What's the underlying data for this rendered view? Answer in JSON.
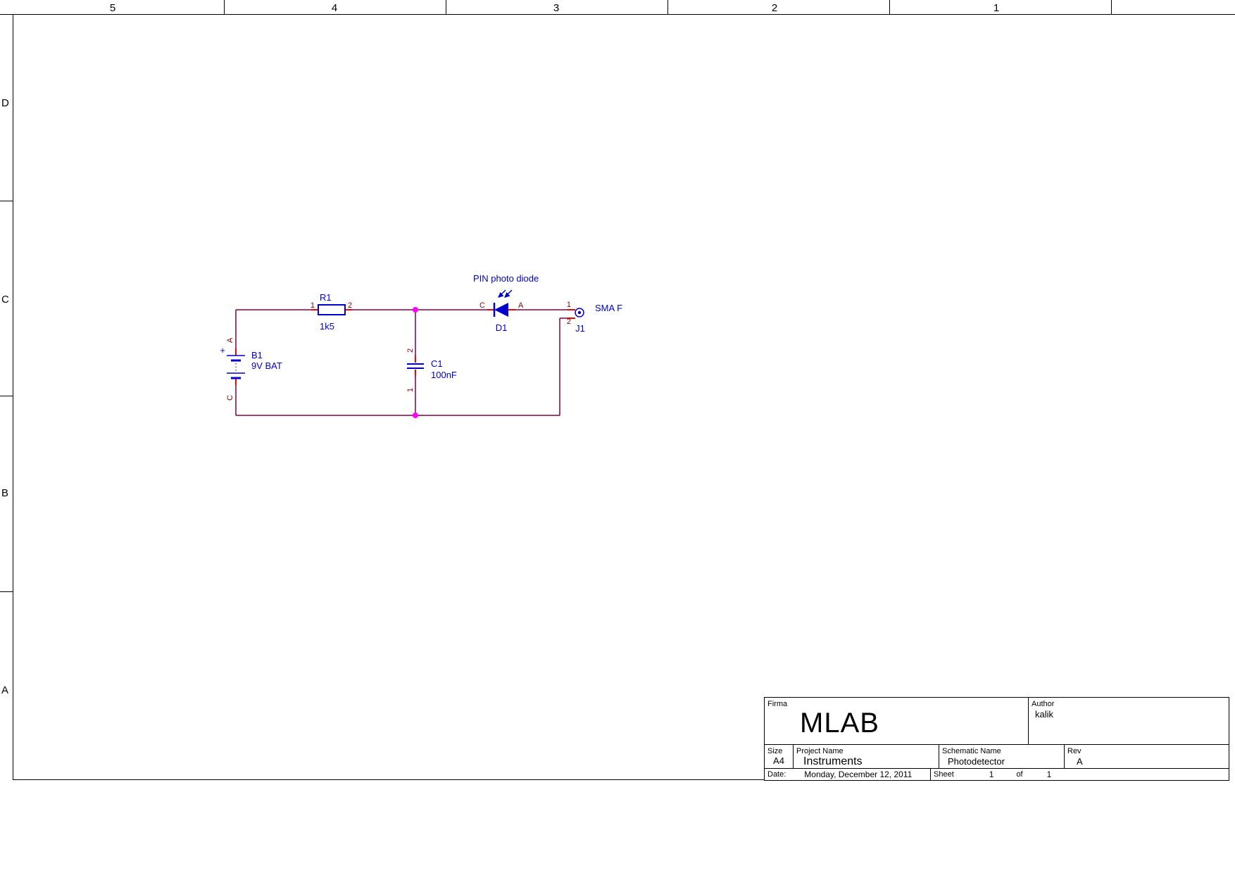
{
  "frame": {
    "columns": [
      "5",
      "4",
      "3",
      "2",
      "1"
    ],
    "rows": [
      "D",
      "C",
      "B",
      "A"
    ]
  },
  "colors": {
    "wire": "#800040",
    "component": "#0000CC",
    "pin_label": "#8B0000",
    "junction": "#FF00FF",
    "pin_stub": "#FF0000",
    "frame_text": "#000000"
  },
  "components": {
    "b1": {
      "ref": "B1",
      "value": "9V BAT",
      "plus": "+",
      "pin_a": "A",
      "pin_c": "C"
    },
    "r1": {
      "ref": "R1",
      "value": "1k5",
      "pin1": "1",
      "pin2": "2"
    },
    "c1": {
      "ref": "C1",
      "value": "100nF",
      "pin1": "1",
      "pin2": "2"
    },
    "d1": {
      "ref": "D1",
      "note": "PIN photo diode",
      "pin_c": "C",
      "pin_a": "A"
    },
    "j1": {
      "ref": "J1",
      "value": "SMA F",
      "pin1": "1",
      "pin2": "2"
    }
  },
  "title_block": {
    "firma_label": "Firma",
    "company": "MLAB",
    "author_label": "Author",
    "author": "kalik",
    "size_label": "Size",
    "size": "A4",
    "project_label": "Project Name",
    "project": "Instruments",
    "schematic_label": "Schematic Name",
    "schematic": "Photodetector",
    "rev_label": "Rev",
    "rev": "A",
    "date_label": "Date:",
    "date": "Monday, December 12, 2011",
    "sheet_label": "Sheet",
    "sheet_number": "1",
    "of_label": "of",
    "sheet_total": "1"
  }
}
